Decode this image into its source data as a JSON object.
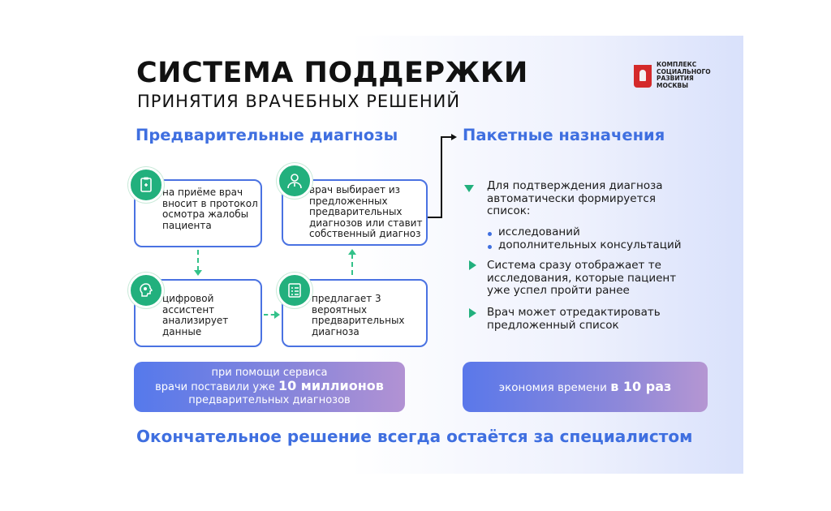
{
  "header": {
    "title": "СИСТЕМА ПОДДЕРЖКИ",
    "subtitle": "ПРИНЯТИЯ ВРАЧЕБНЫХ РЕШЕНИЙ"
  },
  "logo": {
    "lines": [
      "КОМПЛЕКС",
      "СОЦИАЛЬНОГО",
      "РАЗВИТИЯ",
      "МОСКВЫ"
    ]
  },
  "left_section": {
    "heading": "Предварительные диагнозы",
    "steps": {
      "step1": "на приёме врач вносит в протокол осмотра жалобы пациента",
      "step2": "цифровой ассистент анализирует данные",
      "step3": "предлагает 3 вероятных предварительных диагноза",
      "step4": "врач выбирает из предложенных предварительных диагнозов или ставит собственный диагноз"
    },
    "banner": {
      "line1": "при помощи сервиса",
      "line2_prefix": "врачи поставили уже ",
      "line2_bold": "10 миллионов",
      "line3": "предварительных диагнозов"
    }
  },
  "right_section": {
    "heading": "Пакетные назначения",
    "point1": {
      "text": "Для подтверждения диагноза автоматически формируется список:",
      "sub1": "исследований",
      "sub2": "дополнительных  консультаций"
    },
    "point2": "Система сразу отображает те исследования, которые пациент уже успел пройти ранее",
    "point3": "Врач может отредактировать предложенный список",
    "banner": {
      "prefix": "экономия времени ",
      "bold": "в 10 раз"
    }
  },
  "footer": "Окончательное решение всегда остаётся за специалистом",
  "colors": {
    "accent_blue": "#3f6fe0",
    "accent_green": "#22b07d",
    "box_border": "#4a72e2"
  }
}
